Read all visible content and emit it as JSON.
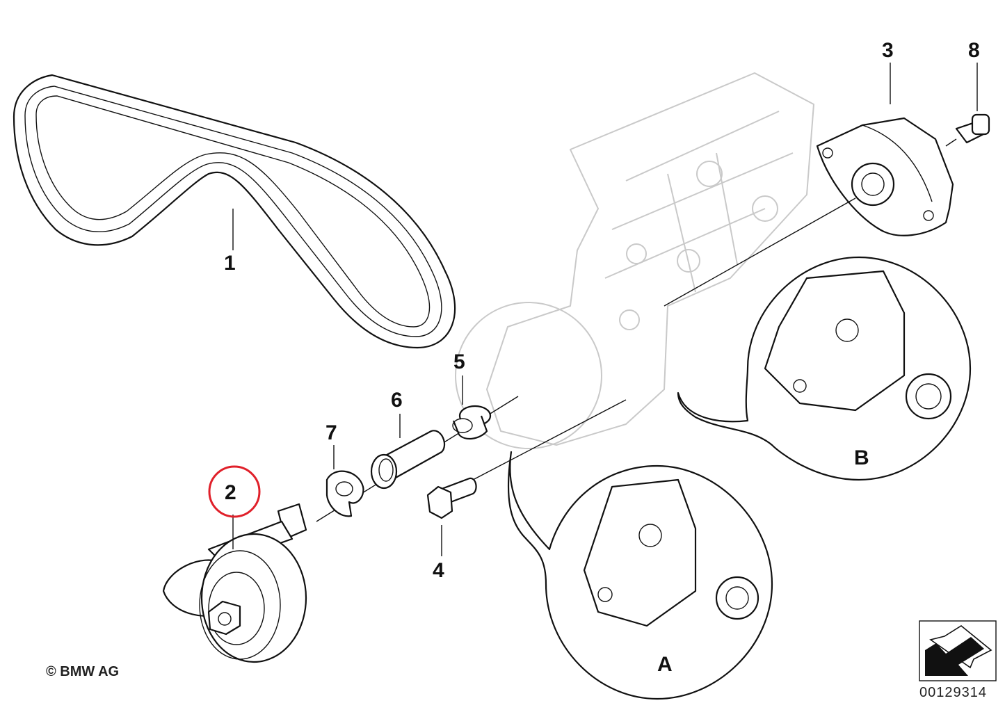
{
  "diagram": {
    "callouts": [
      {
        "id": "1",
        "text": "1"
      },
      {
        "id": "2",
        "text": "2"
      },
      {
        "id": "3",
        "text": "3"
      },
      {
        "id": "4",
        "text": "4"
      },
      {
        "id": "5",
        "text": "5"
      },
      {
        "id": "6",
        "text": "6"
      },
      {
        "id": "7",
        "text": "7"
      },
      {
        "id": "8",
        "text": "8"
      }
    ],
    "detail_views": {
      "a": "A",
      "b": "B"
    },
    "copyright": "© BMW AG",
    "figure_number": "00129314",
    "highlight": {
      "target": "2",
      "color": "#e0202a"
    },
    "colors": {
      "line": "#111111",
      "ghost": "#c9c9c9",
      "background": "#ffffff"
    }
  }
}
